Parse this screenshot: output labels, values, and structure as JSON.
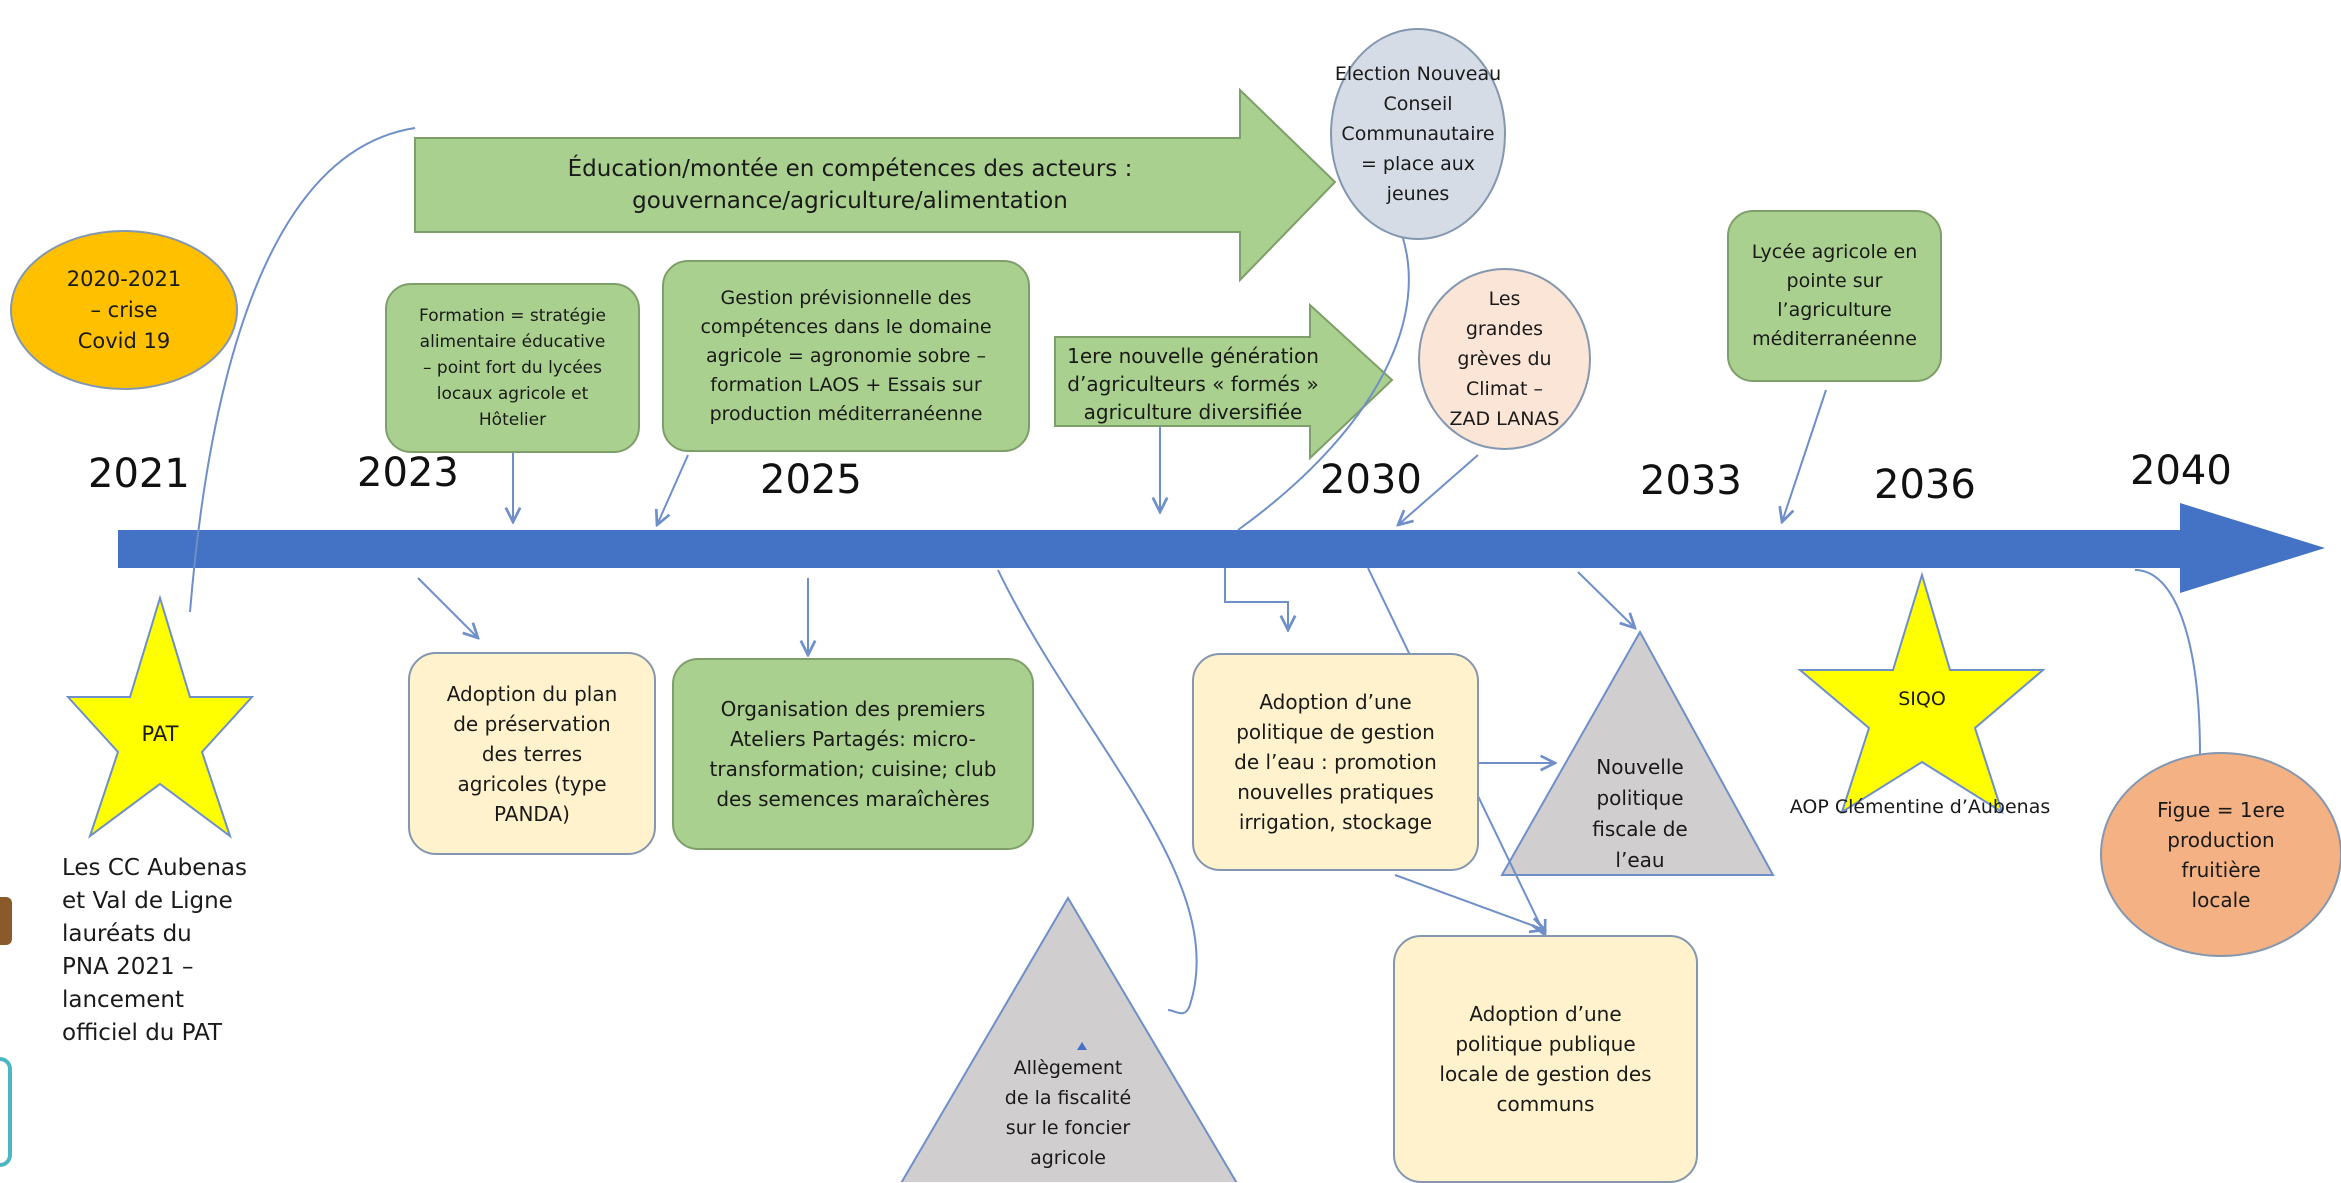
{
  "years": [
    "2021",
    "2023",
    "2025",
    "2030",
    "2033",
    "2036",
    "2040"
  ],
  "education_arrow": "Éducation/montée  en compétences des acteurs :\ngouvernance/agriculture/alimentation",
  "generation_arrow": "1ere nouvelle génération\nd’agriculteurs « formés »\nagriculture diversifiée",
  "covid_circle": "2020-2021\n– crise\nCovid 19",
  "election_circle": "Election Nouveau\nConseil\nCommunautaire\n= place aux\njeunes",
  "climate_circle": "Les\ngrandes\ngrèves du\nClimat –\nZAD LANAS",
  "fig_circle": "Figue = 1ere\nproduction\nfruitière\nlocale",
  "formation_box": "Formation = stratégie\nalimentaire éducative\n– point fort du lycées\nlocaux agricole et\nHôtelier",
  "gestion_box": "Gestion prévisionnelle des\ncompétences dans le domaine\nagricole = agronomie sobre –\nformation LAOS + Essais sur\nproduction méditerranéenne",
  "lycee_box": "Lycée agricole en\npointe sur\nl’agriculture\nméditerranéenne",
  "panda_box": "Adoption du plan\nde préservation\ndes terres\nagricoles (type\nPANDA)",
  "ateliers_box": "Organisation des premiers\nAteliers Partagés: micro-\ntransformation; cuisine; club\ndes semences maraîchères",
  "eau_box": "Adoption d’une\npolitique de gestion\nde l’eau : promotion\nnouvelles pratiques\nirrigation, stockage",
  "communs_box": "Adoption d’une\npolitique publique\nlocale de gestion des\ncommuns",
  "fiscalite_eau": "Nouvelle\npolitique\nfiscale de\nl’eau",
  "fiscalite_foncier": "Allègement\nde la fiscalité\nsur le foncier\nagricole",
  "pat_star": "PAT",
  "siqo_star": "SIQO",
  "aop_label": "AOP Clémentine d’Aubenas",
  "laureats_text": "Les CC Aubenas\net Val de Ligne\nlauréats du\nPNA 2021 –\nlancement\nofficiel du PAT",
  "colors": {
    "timeline": "#4472c4",
    "green": "#a9d08e",
    "cream": "#fff2cc",
    "grey": "#d0cece",
    "orange": "#ffc000",
    "salmon": "#f4b183",
    "peach": "#fbe5d6",
    "lavender": "#d6dce5",
    "yellow": "#ffff00",
    "connector": "#6f8fc9"
  }
}
